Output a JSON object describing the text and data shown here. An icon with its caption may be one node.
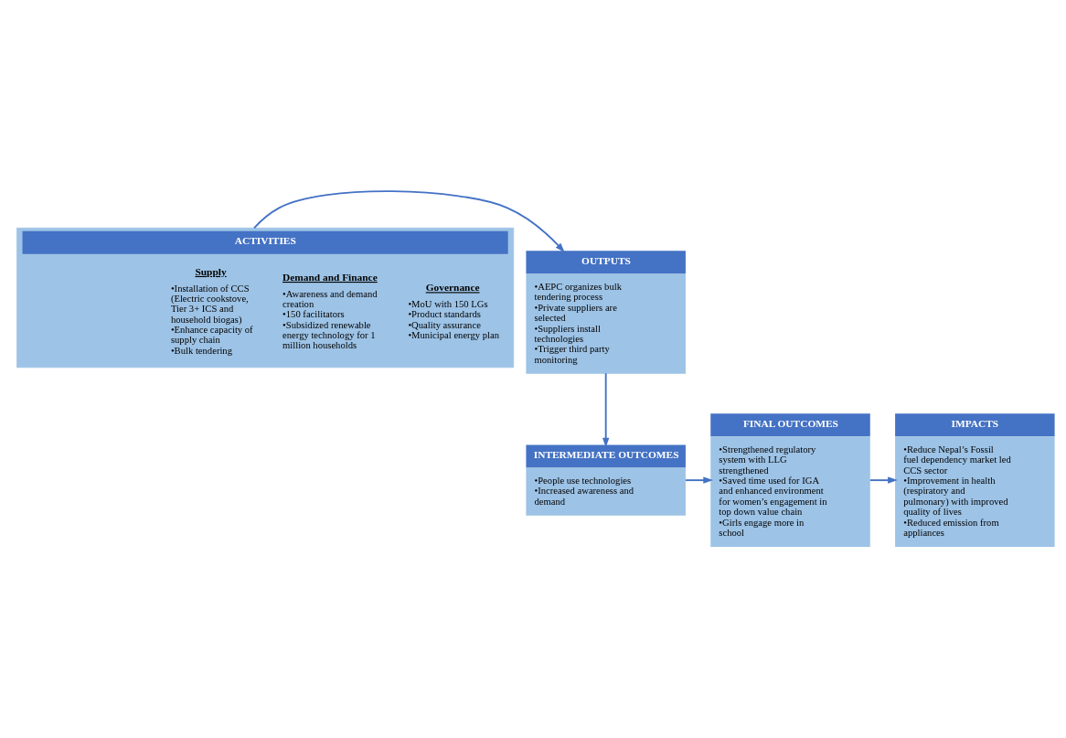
{
  "diagram": {
    "nodes": [
      {
        "text": [
          "ACTIVITIES"
        ]
      },
      {
        "text": [
          "Governance",
          "•MoU with 150 LGs",
          "•Product standards",
          "•Quality assurance",
          "•Municipal energy plan"
        ],
        "in": 0
      },
      {
        "text": [
          "Demand and Finance",
          "•Awareness and demand creation",
          "•150 facilitators",
          "•Subsidized renewable energy technology for 1 million households"
        ],
        "in": 0
      },
      {
        "text": [
          "Supply",
          "•Installation of CCS (Electric cookstove, Tier 3+ ICS and household biogas)",
          "•Enhance capacity of supply chain",
          "•Bulk tendering"
        ],
        "in": 0
      },
      {
        "text": [
          "OUTPUTS",
          "•AEPC organizes bulk tendering process",
          "•Private suppliers are selected",
          "•Suppliers install technologies",
          "•Trigger third party monitoring"
        ]
      },
      {
        "text": [
          "INTERMEDIATE OUTCOMES",
          "•People use technologies",
          "•Increased awareness and demand"
        ]
      },
      {
        "text": [
          "FINAL OUTCOMES",
          "•Strengthened regulatory system with LLG strengthened",
          "•Saved time used for IGA and enhanced environment for women’s engagement in top down value chain",
          "•Girls engage more in school"
        ]
      },
      {
        "text": [
          "IMPACTS",
          "•Reduce Nepal’s Fossil fuel dependency market led CCS sector",
          "•Improvement in health (respiratory and pulmonary) with improved quality of lives",
          "•Reduced emission from appliances"
        ]
      }
    ],
    "edges": [
      {
        "from": 0,
        "to": 4,
        "arrow": "to"
      },
      {
        "from": 4,
        "to": 5,
        "arrow": "to"
      },
      {
        "from": 5,
        "to": 6,
        "arrow": "to"
      },
      {
        "from": 6,
        "to": 7,
        "arrow": "to"
      }
    ]
  }
}
